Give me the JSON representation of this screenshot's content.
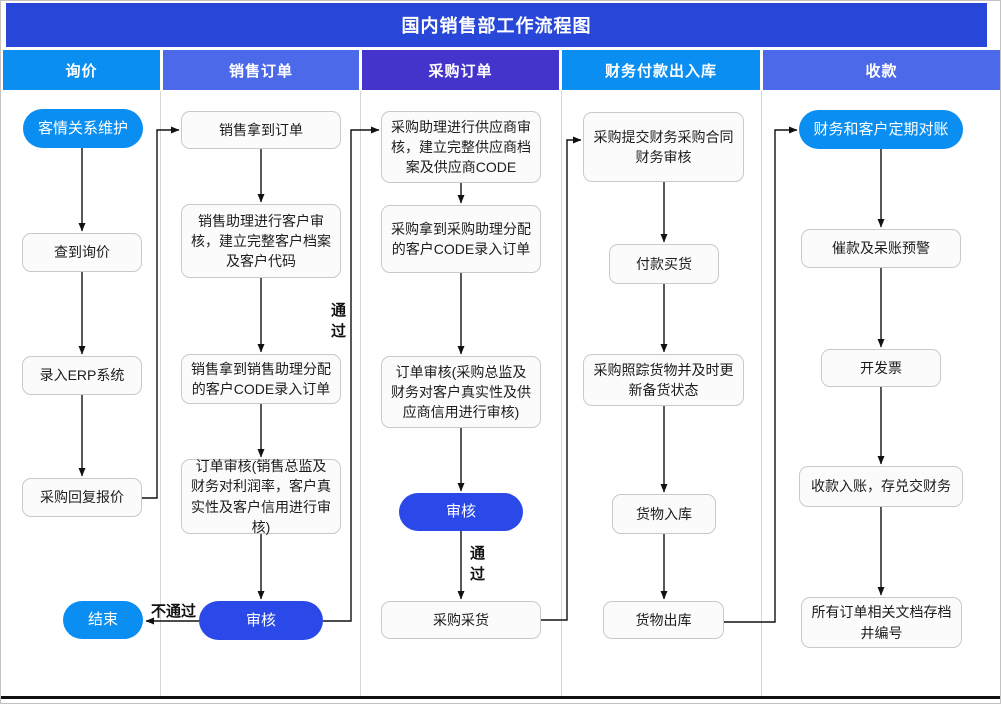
{
  "title": "国内销售部工作流程图",
  "columns": [
    {
      "label": "询价"
    },
    {
      "label": "销售订单"
    },
    {
      "label": "采购订单"
    },
    {
      "label": "财务付款出入库"
    },
    {
      "label": "收款"
    }
  ],
  "nodes": {
    "c1_start": "客情关系维护",
    "c1_a": "查到询价",
    "c1_b": "录入ERP系统",
    "c1_c": "采购回复报价",
    "c1_end": "结束",
    "c2_a": "销售拿到订单",
    "c2_b": "销售助理进行客户审核，建立完整客户档案及客户代码",
    "c2_c": "销售拿到销售助理分配的客户CODE录入订单",
    "c2_d": "订单审核(销售总监及财务对利润率，客户真实性及客户信用进行审核)",
    "c2_review": "审核",
    "c3_a": "采购助理进行供应商审核，建立完整供应商档案及供应商CODE",
    "c3_b": "采购拿到采购助理分配的客户CODE录入订单",
    "c3_c": "订单审核(采购总监及财务对客户真实性及供应商信用进行审核)",
    "c3_review": "审核",
    "c3_d": "采购采货",
    "c4_a": "采购提交财务采购合同财务审核",
    "c4_b": "付款买货",
    "c4_c": "采购照踪货物并及时更新备货状态",
    "c4_d": "货物入库",
    "c4_e": "货物出库",
    "c5_start": "财务和客户定期对账",
    "c5_a": "催款及呆账预警",
    "c5_b": "开发票",
    "c5_c": "收款入账，存兑交财务",
    "c5_d": "所有订单相关文档存档井编号"
  },
  "edge_labels": {
    "pass_c2": "通过",
    "pass_c3": "通过",
    "fail": "不通过"
  },
  "edges": [
    {
      "from": "c1_start",
      "to": "c1_a"
    },
    {
      "from": "c1_a",
      "to": "c1_b"
    },
    {
      "from": "c1_b",
      "to": "c1_c"
    },
    {
      "from": "c1_c",
      "to": "c2_a"
    },
    {
      "from": "c2_a",
      "to": "c2_b"
    },
    {
      "from": "c2_b",
      "to": "c2_c"
    },
    {
      "from": "c2_c",
      "to": "c2_d"
    },
    {
      "from": "c2_d",
      "to": "c2_review"
    },
    {
      "from": "c2_review",
      "to": "c1_end",
      "label": "不通过"
    },
    {
      "from": "c2_review",
      "to": "c3_a",
      "label": "通过"
    },
    {
      "from": "c3_a",
      "to": "c3_b"
    },
    {
      "from": "c3_b",
      "to": "c3_c"
    },
    {
      "from": "c3_c",
      "to": "c3_review"
    },
    {
      "from": "c3_review",
      "to": "c3_d",
      "label": "通过"
    },
    {
      "from": "c3_d",
      "to": "c4_a"
    },
    {
      "from": "c4_a",
      "to": "c4_b"
    },
    {
      "from": "c4_b",
      "to": "c4_c"
    },
    {
      "from": "c4_c",
      "to": "c4_d"
    },
    {
      "from": "c4_d",
      "to": "c4_e"
    },
    {
      "from": "c4_e",
      "to": "c5_start"
    },
    {
      "from": "c5_start",
      "to": "c5_a"
    },
    {
      "from": "c5_a",
      "to": "c5_b"
    },
    {
      "from": "c5_b",
      "to": "c5_c"
    },
    {
      "from": "c5_c",
      "to": "c5_d"
    }
  ],
  "colors": {
    "title_bar": "#2847d9",
    "header_azure": "#0a8ef2",
    "header_blue": "#4c69ea",
    "header_indigo": "#4434cc",
    "pill_azure": "#0a8ef2",
    "pill_royal": "#2a49e8",
    "box_border": "#c9c9c9",
    "arrow": "#111111"
  }
}
